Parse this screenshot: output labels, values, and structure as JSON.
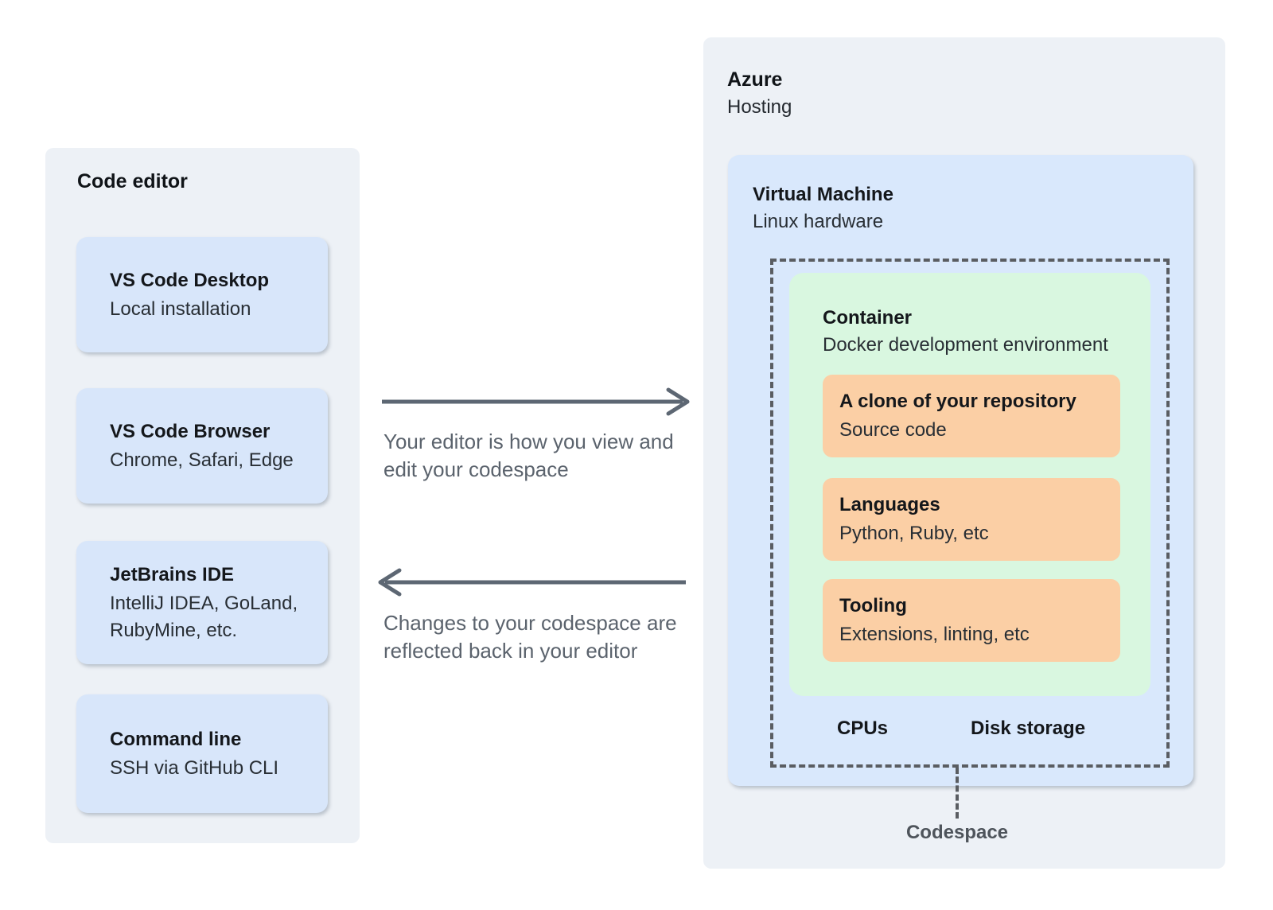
{
  "colors": {
    "page_bg": "#ffffff",
    "panel_bg": "#edf1f6",
    "blue_box": "#d8e6fa",
    "vm_box": "#d9e8fc",
    "green_box": "#d9f7e0",
    "orange_box": "#fbcfa5",
    "dash": "#5a5d62",
    "arrow": "#5d6773",
    "annotation_text": "#5b636d"
  },
  "left_panel": {
    "title": "Code editor",
    "boxes": [
      {
        "title": "VS Code Desktop",
        "subtitle": "Local installation"
      },
      {
        "title": "VS Code Browser",
        "subtitle": "Chrome, Safari, Edge"
      },
      {
        "title": "JetBrains IDE",
        "subtitle": "IntelliJ IDEA, GoLand, RubyMine, etc."
      },
      {
        "title": "Command line",
        "subtitle": "SSH via GitHub CLI"
      }
    ]
  },
  "flows": {
    "to_codespace": {
      "direction": "right",
      "label": "Your editor is how you view and edit your codespace"
    },
    "from_codespace": {
      "direction": "left",
      "label": "Changes to your codespace are reflected back in your editor"
    }
  },
  "azure": {
    "title": "Azure",
    "subtitle": "Hosting",
    "vm": {
      "title": "Virtual Machine",
      "subtitle": "Linux hardware",
      "container": {
        "title": "Container",
        "subtitle": "Docker development environment",
        "boxes": [
          {
            "title": "A clone of your repository",
            "subtitle": "Source code"
          },
          {
            "title": "Languages",
            "subtitle": "Python, Ruby, etc"
          },
          {
            "title": "Tooling",
            "subtitle": "Extensions, linting, etc"
          }
        ]
      },
      "cpus_label": "CPUs",
      "disk_label": "Disk storage"
    },
    "codespace_label": "Codespace"
  }
}
